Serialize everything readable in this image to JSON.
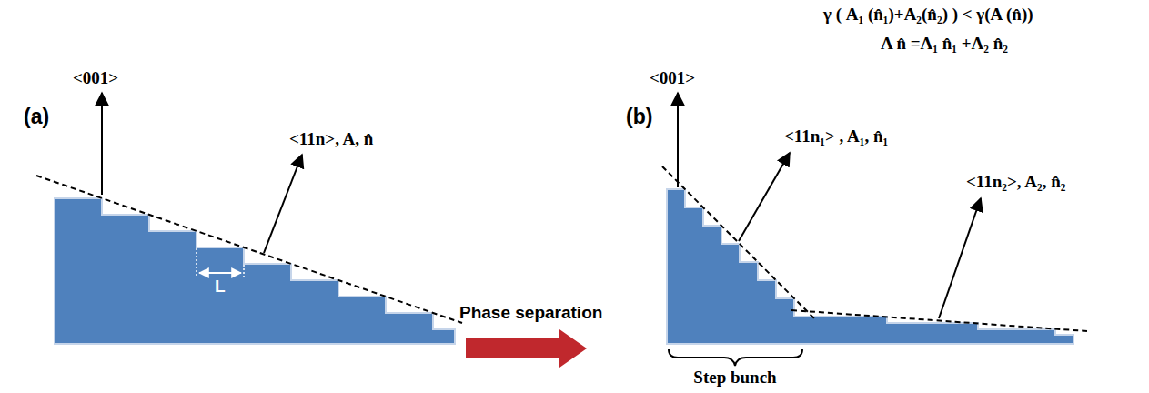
{
  "diagram": {
    "labels": [
      "γ ( A₁ (n̂₁)+A₂(n̂₂) ) < γ(A (n̂))",
      "A n̂ =A₁ n̂₁ +A₂ n̂₂",
      "(a)",
      "<001>",
      "<11n>, A, n̂",
      "L",
      "Phase separation",
      "(b)",
      "<001>",
      "<11n₁> , A₁, n̂₁",
      "<11n₂>, A₂, n̂₂",
      "Step bunch"
    ]
  }
}
